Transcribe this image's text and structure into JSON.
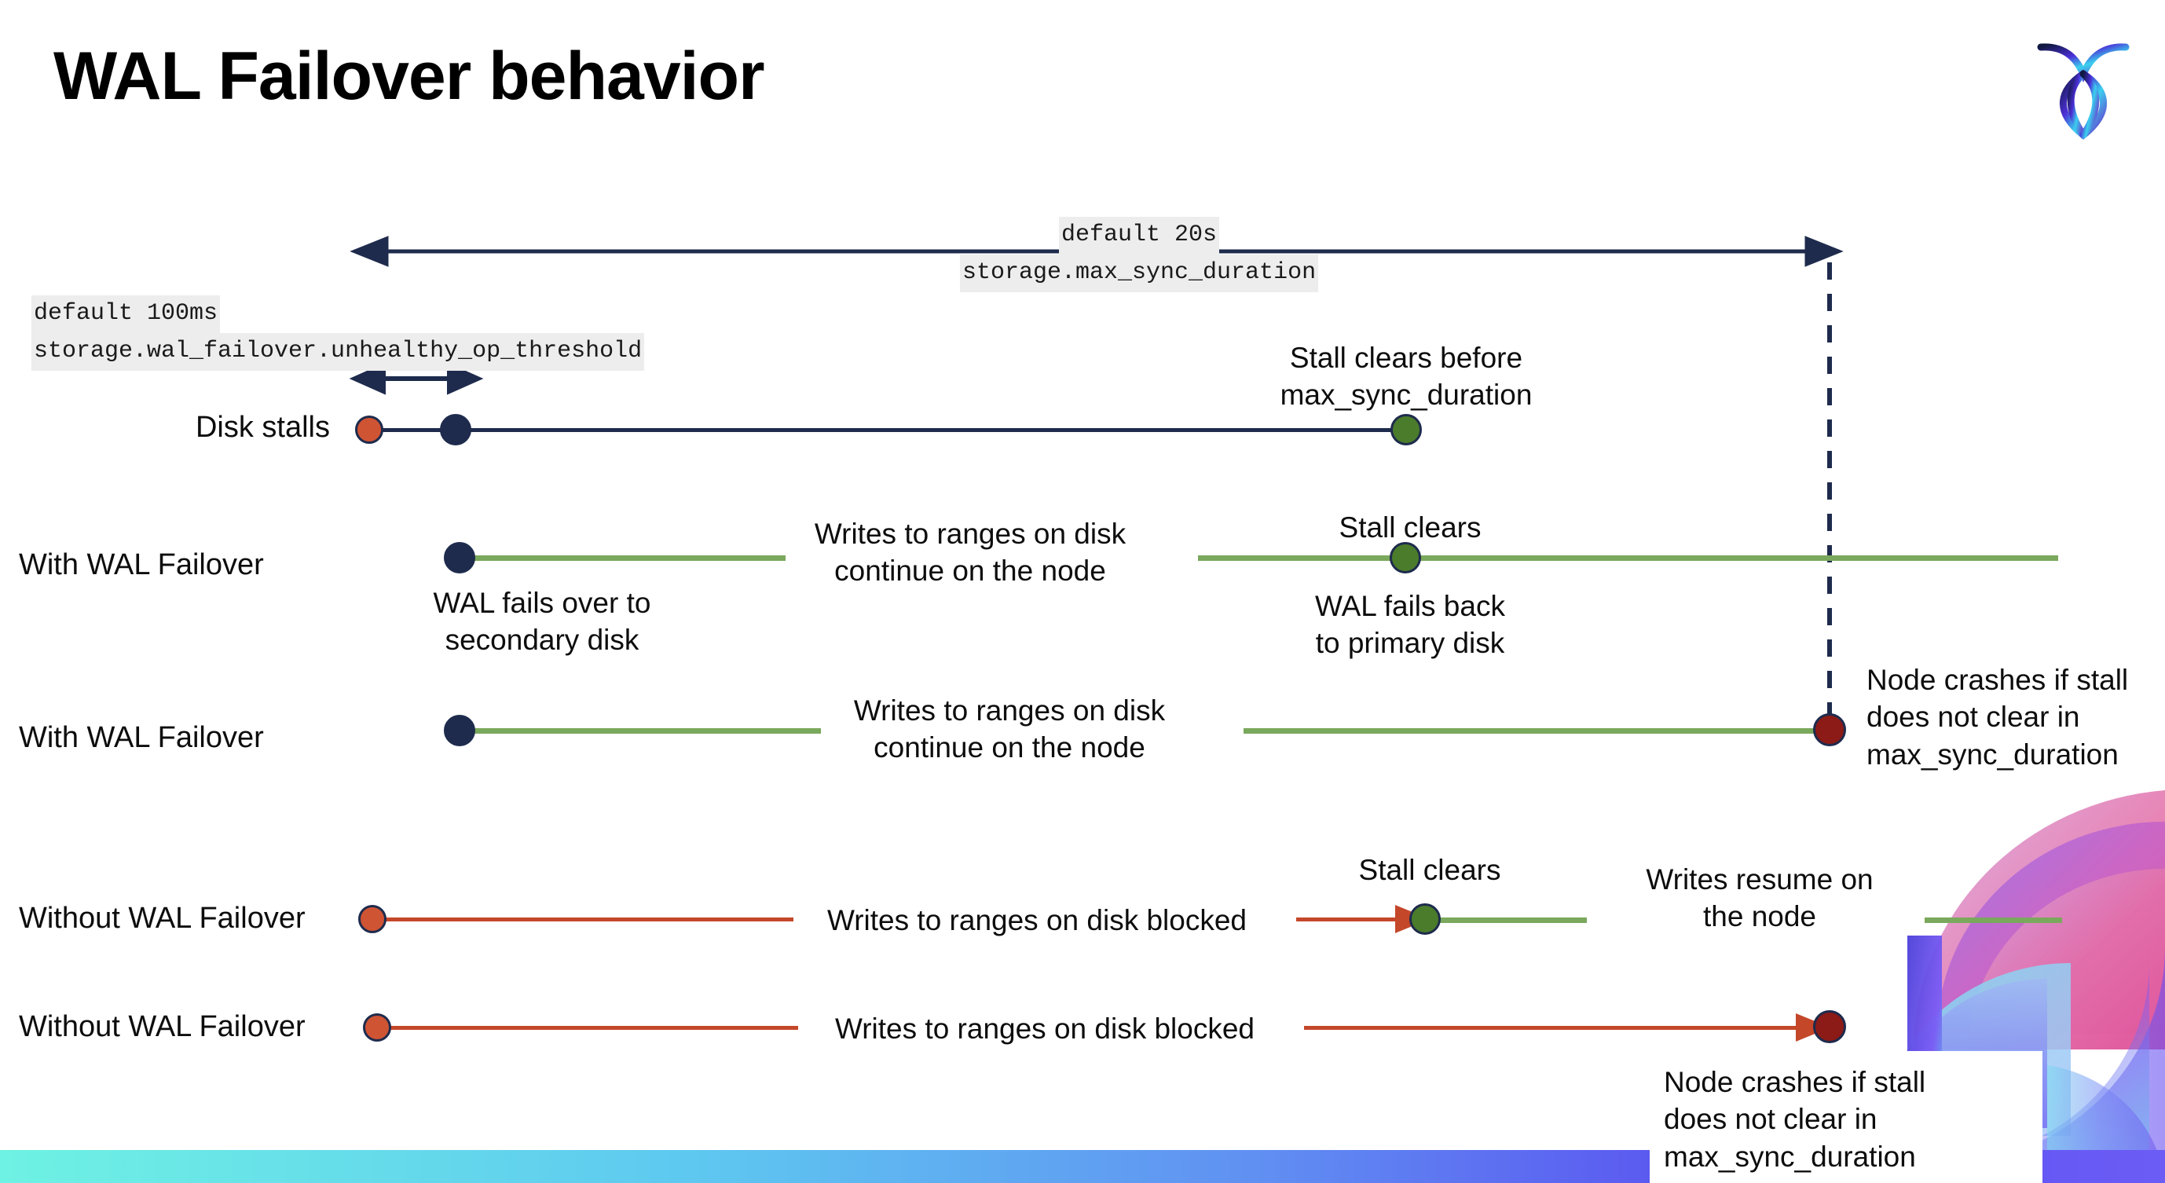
{
  "slide": {
    "title": "WAL Failover behavior",
    "logo_name": "cockroachdb-logo"
  },
  "annotations": {
    "max_sync": {
      "default_label": "default 20s",
      "setting_label": "storage.max_sync_duration"
    },
    "unhealthy_op": {
      "default_label": "default 100ms",
      "setting_label": "storage.wal_failover.unhealthy_op_threshold"
    }
  },
  "rows": [
    {
      "label": "Disk stalls",
      "notes": [
        "Stall clears before\nmax_sync_duration"
      ]
    },
    {
      "label": "With WAL Failover",
      "notes": [
        "WAL fails over to\nsecondary disk",
        "Writes to ranges on disk\ncontinue on the node",
        "Stall clears",
        "WAL fails  back\nto primary disk"
      ]
    },
    {
      "label": "With WAL Failover",
      "notes": [
        "Writes to ranges on disk\ncontinue on the node",
        "Node crashes if stall\ndoes not clear in\nmax_sync_duration"
      ]
    },
    {
      "label": "Without WAL Failover",
      "notes": [
        "Writes to ranges on disk  blocked",
        "Stall clears",
        "Writes resume on\nthe node"
      ]
    },
    {
      "label": "Without WAL Failover",
      "notes": [
        "Writes to ranges on disk  blocked",
        "Node crashes if stall\ndoes not clear in\nmax_sync_duration"
      ]
    }
  ],
  "colors": {
    "navy": "#1e2b4d",
    "green_line": "#7aa85c",
    "red_line": "#c4472a",
    "dot_orange": "#cf5434",
    "dot_green": "#4b7c2b",
    "dot_darkred": "#8c1a16",
    "code_chip_bg": "#ededed"
  }
}
